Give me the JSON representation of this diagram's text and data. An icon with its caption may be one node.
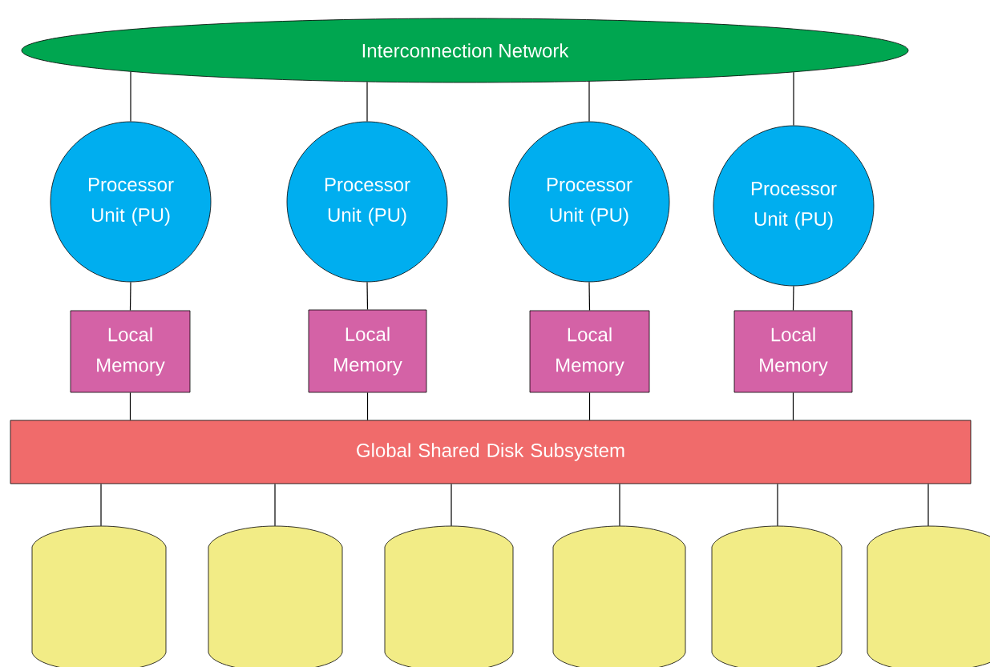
{
  "diagram": {
    "nodes": [
      {
        "text": [
          "Interconnection Network"
        ]
      },
      {
        "text": [
          "Processor Unit (PU)"
        ]
      },
      {
        "text": [
          "Processor Unit (PU)"
        ]
      },
      {
        "text": [
          "Processor Unit (PU)"
        ]
      },
      {
        "text": [
          "Processor Unit (PU)"
        ]
      },
      {
        "text": [
          "Local Memory"
        ]
      },
      {
        "text": [
          "Local Memory"
        ]
      },
      {
        "text": [
          "Local Memory"
        ]
      },
      {
        "text": [
          "Local Memory"
        ]
      },
      {
        "text": [
          "Global Shared Disk Subsystem"
        ]
      },
      {
        "text": [],
        "shape": "cylinder"
      },
      {
        "text": [],
        "shape": "cylinder"
      },
      {
        "text": [],
        "shape": "cylinder"
      },
      {
        "text": [],
        "shape": "cylinder"
      },
      {
        "text": [],
        "shape": "cylinder"
      },
      {
        "text": [],
        "shape": "cylinder"
      }
    ],
    "edges": [
      {
        "from": 0,
        "to": 1,
        "arrow": "none"
      },
      {
        "from": 0,
        "to": 2,
        "arrow": "none"
      },
      {
        "from": 0,
        "to": 3,
        "arrow": "none"
      },
      {
        "from": 0,
        "to": 4,
        "arrow": "none"
      },
      {
        "from": 1,
        "to": 5,
        "arrow": "none"
      },
      {
        "from": 2,
        "to": 6,
        "arrow": "none"
      },
      {
        "from": 3,
        "to": 7,
        "arrow": "none"
      },
      {
        "from": 4,
        "to": 8,
        "arrow": "none"
      },
      {
        "from": 5,
        "to": 9,
        "arrow": "none"
      },
      {
        "from": 6,
        "to": 9,
        "arrow": "none"
      },
      {
        "from": 7,
        "to": 9,
        "arrow": "none"
      },
      {
        "from": 8,
        "to": 9,
        "arrow": "none"
      },
      {
        "from": 9,
        "to": 10,
        "arrow": "none"
      },
      {
        "from": 9,
        "to": 11,
        "arrow": "none"
      },
      {
        "from": 9,
        "to": 12,
        "arrow": "none"
      },
      {
        "from": 9,
        "to": 13,
        "arrow": "none"
      },
      {
        "from": 9,
        "to": 14,
        "arrow": "none"
      },
      {
        "from": 9,
        "to": 15,
        "arrow": "none"
      }
    ]
  }
}
